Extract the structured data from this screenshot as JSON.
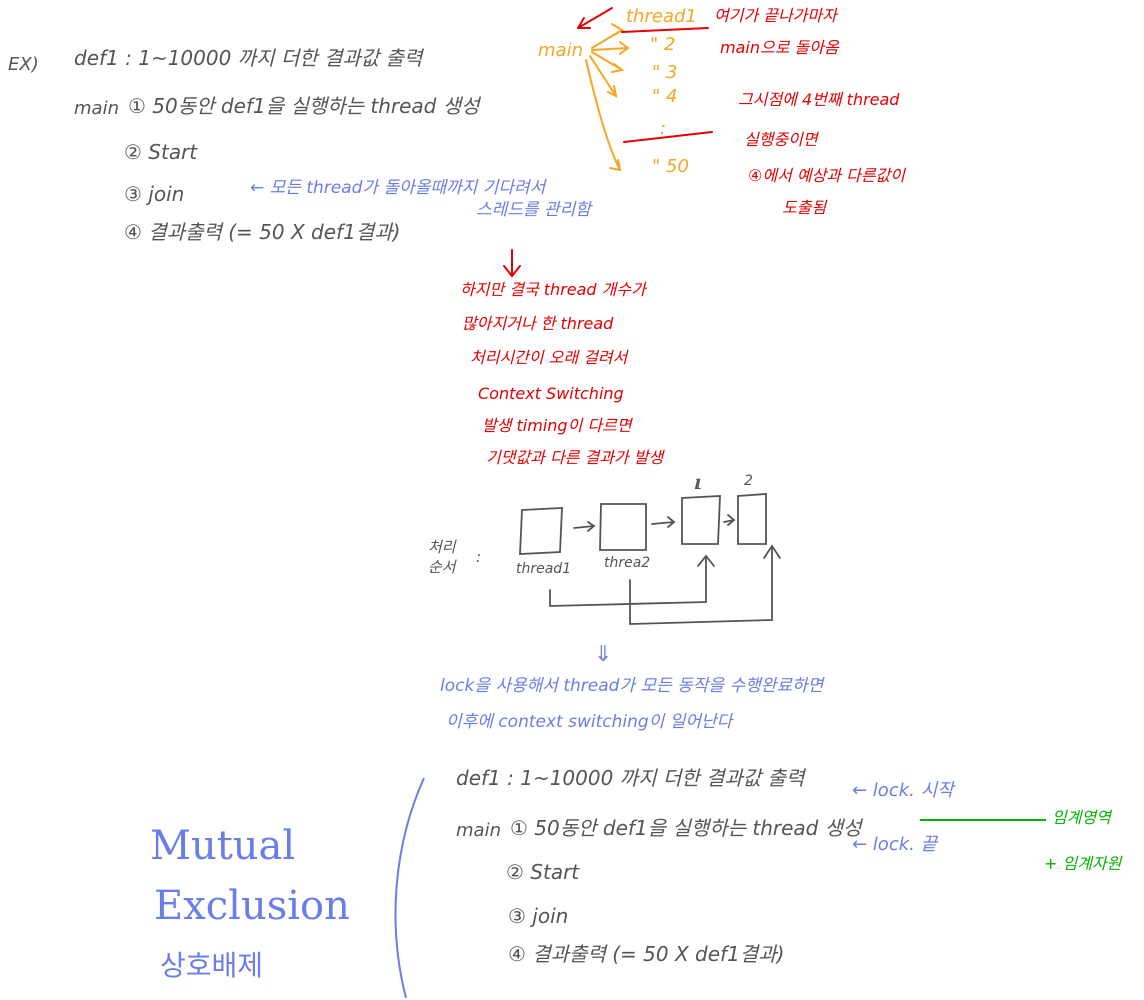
{
  "colors": {
    "gray": "#555555",
    "red": "#e60000",
    "orange": "#f5a623",
    "blue": "#6b7de8",
    "green": "#00b400"
  },
  "example": {
    "prefix": "EX)",
    "def_line": "def1 : 1~10000 까지 더한 결과값 출력",
    "main_label": "main",
    "steps": [
      "① 50동안  def1을 실행하는 thread 생성",
      "② Start",
      "③ join",
      "④ 결과출력 (= 50 X def1결과)"
    ],
    "join_note": "← 모든 thread가 돌아올때까지 기다려서",
    "join_note2": "스레드를 관리함"
  },
  "orange_diagram": {
    "main": "main",
    "threads": [
      "thread1",
      "\" 2",
      "\" 3",
      "\" 4",
      ":",
      "\" 50"
    ]
  },
  "red_notes": {
    "thread1_note": [
      "여기가 끝나가마자",
      "main으로 돌아옴"
    ],
    "context_note": [
      "그시점에 4번째 thread",
      "실행중이면"
    ],
    "step4_note": [
      "④에서  예상과 다른값이",
      "도출됨"
    ],
    "problem": [
      "하지만 결국 thread 개수가",
      "많아지거나  한 thread",
      "처리시간이 오래 걸려서",
      "Context  Switching",
      "발생  timing이 다르면",
      "기댓값과 다른 결과가 발생"
    ]
  },
  "process": {
    "label": [
      "처리",
      "순서"
    ],
    "box_labels": [
      "thread1",
      "threa2"
    ],
    "top_labels": [
      "1",
      "2"
    ],
    "arrow": "⇓"
  },
  "lock_note": [
    "lock을 사용해서 thread가 모든 동작을 수행완료하면",
    "이후에  context  switching이 일어난다"
  ],
  "example2": {
    "def_line": "def1 : 1~10000 까지 더한 결과값 출력",
    "main_label": "main",
    "steps": [
      "① 50동안  def1을 실행하는 thread 생성",
      "② Start",
      "③ join",
      "④ 결과출력 (= 50 X def1결과)"
    ],
    "lock_start": "← lock. 시작",
    "lock_end": "← lock. 끝"
  },
  "green_notes": [
    "임계영역",
    "+ 임계자원"
  ],
  "mutex": [
    "Mutual",
    "Exclusion",
    "상호배제"
  ]
}
